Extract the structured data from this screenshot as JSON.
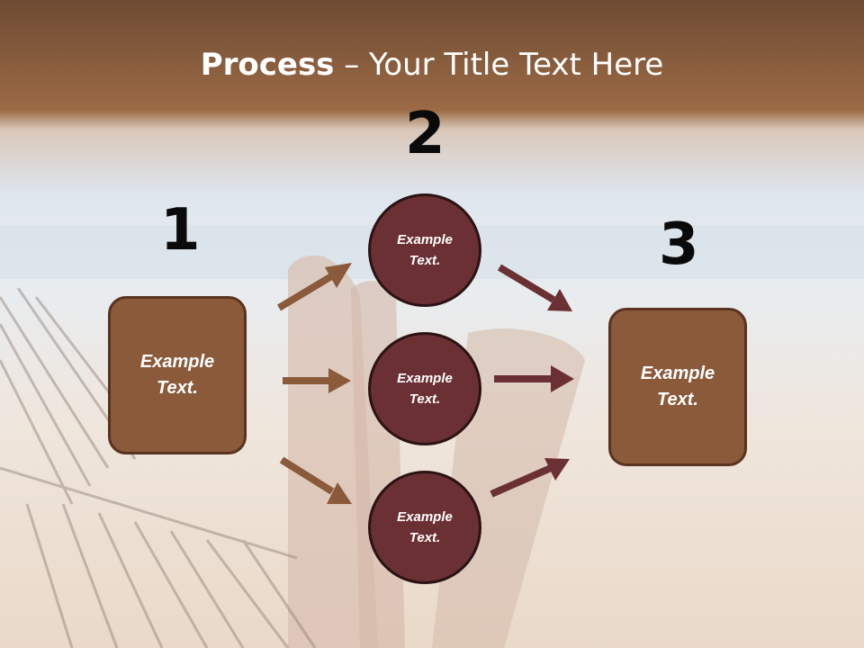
{
  "slide": {
    "title_bold": "Process",
    "title_rest": " – Your Title Text Here"
  },
  "steps": {
    "one": "1",
    "two": "2",
    "three": "3"
  },
  "left_box": {
    "label": "Example\nText."
  },
  "right_box": {
    "label": "Example\nText."
  },
  "circles": [
    {
      "label": "Example\nText."
    },
    {
      "label": "Example\nText."
    },
    {
      "label": "Example\nText."
    }
  ],
  "colors": {
    "box_fill": "#8a5a3a",
    "circle_fill": "#6b3033",
    "arrow_left": "#8a5a3a",
    "arrow_right": "#6b3033"
  }
}
